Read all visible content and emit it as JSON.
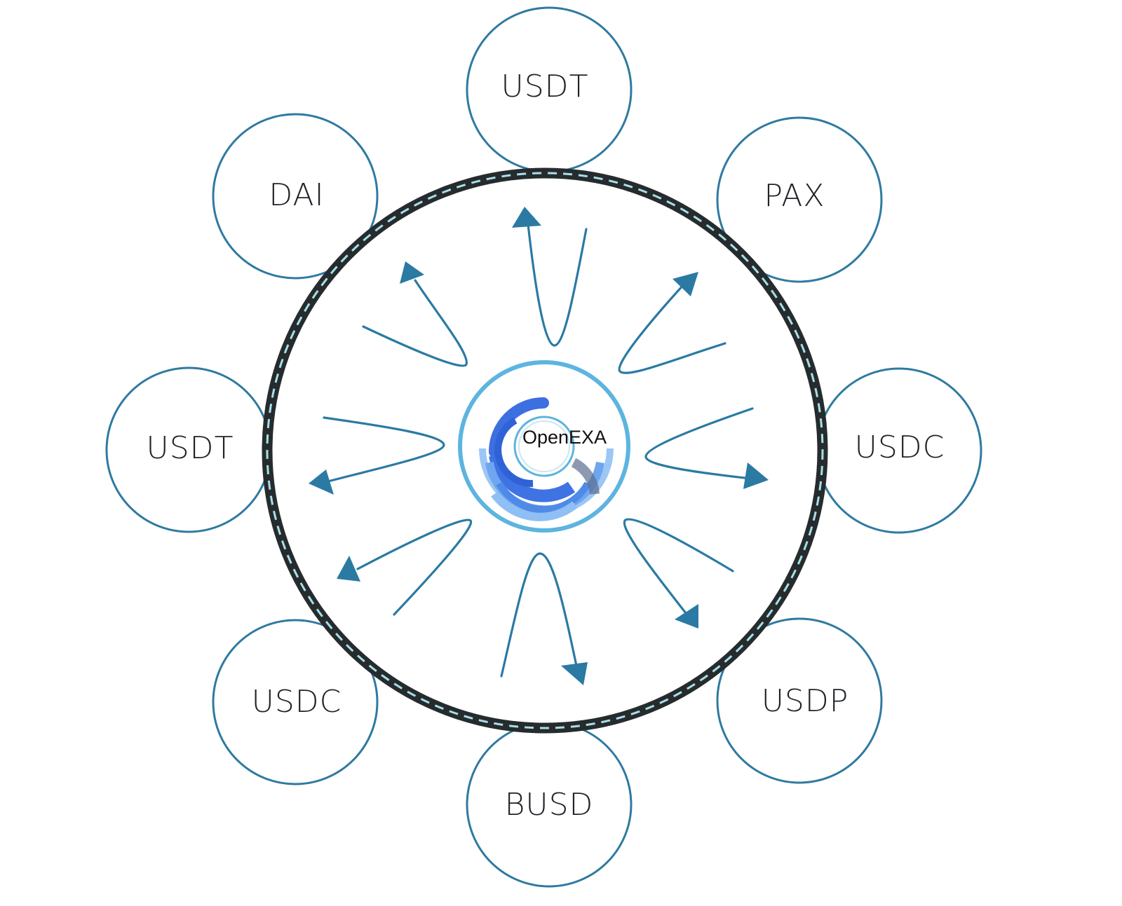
{
  "diagram": {
    "hub": {
      "label": "OpenEXA",
      "icon": "openexa-logo-icon"
    },
    "nodes": [
      {
        "id": "top",
        "label": "USDT"
      },
      {
        "id": "top-right",
        "label": "PAX"
      },
      {
        "id": "right",
        "label": "USDC"
      },
      {
        "id": "bottom-right",
        "label": "USDP"
      },
      {
        "id": "bottom",
        "label": "BUSD"
      },
      {
        "id": "bottom-left",
        "label": "USDC"
      },
      {
        "id": "left",
        "label": "USDT"
      },
      {
        "id": "top-left",
        "label": "DAI"
      }
    ]
  },
  "colors": {
    "node_stroke": "#2f7aa0",
    "arrow": "#2a7aa3",
    "ring_dark": "#262b2e",
    "ring_dash": "#a8dfe6",
    "hub_ring": "#5db4e0",
    "logo_blue": "#3c6fe0"
  }
}
